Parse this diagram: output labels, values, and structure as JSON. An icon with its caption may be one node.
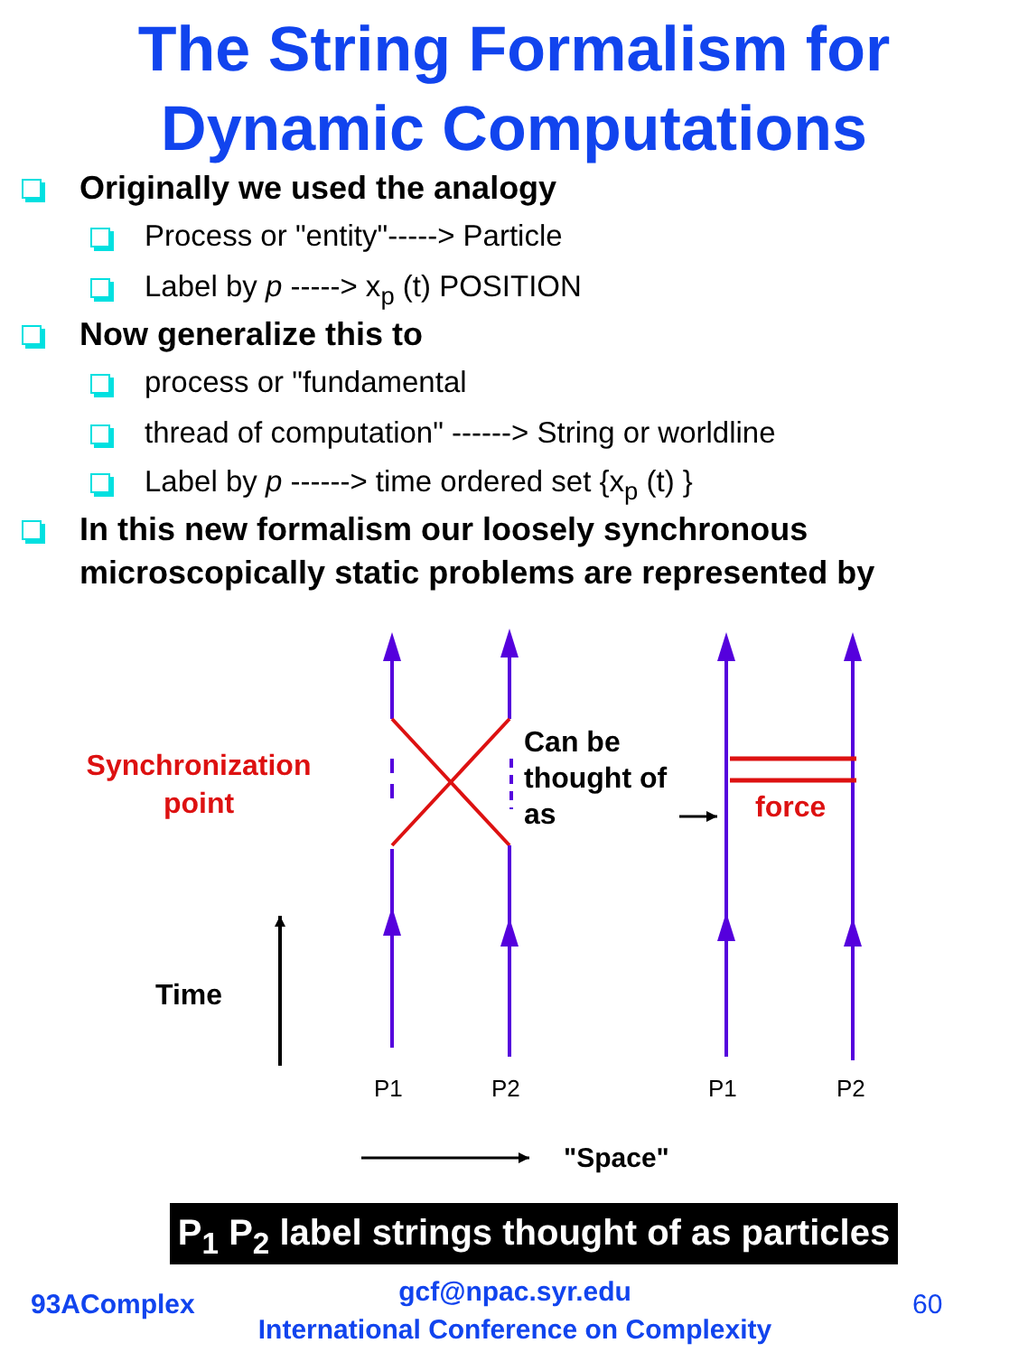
{
  "diagram": {
    "title": "The String Formalism for Dynamic Computations",
    "nodes": [
      {
        "text": [
          "Can be thought of as"
        ]
      },
      {
        "text": [
          "P$_{1}$ P$_{2}$ label strings thought of as particles"
        ]
      },
      {
        "text": [],
        "shape": "picture"
      }
    ],
    "edges": [
      {
        "from": 0,
        "to": 2,
        "arrow": "to"
      }
    ],
    "labels": [
      "Originally we used the analogy",
      "Process or \"entity\"-----> Particle",
      "Label by *p*  -----> x$_{p}$ (t) POSITION",
      "Now generalize this to",
      "process or \"fundamental",
      "thread of computation\" ------> String or worldline",
      "Label by *p*  ------> time ordered set {x$_{p}$ (t) }",
      "In this new formalism our loosely synchronous microscopically static problems are represented by",
      "Synchronization point",
      "force",
      "Time",
      "P1",
      "P2",
      "P1",
      "P2",
      "\"Space\"",
      "93AComplex",
      "gcf@npac.syr.edu",
      "International Conference on Complexity",
      "60"
    ]
  }
}
